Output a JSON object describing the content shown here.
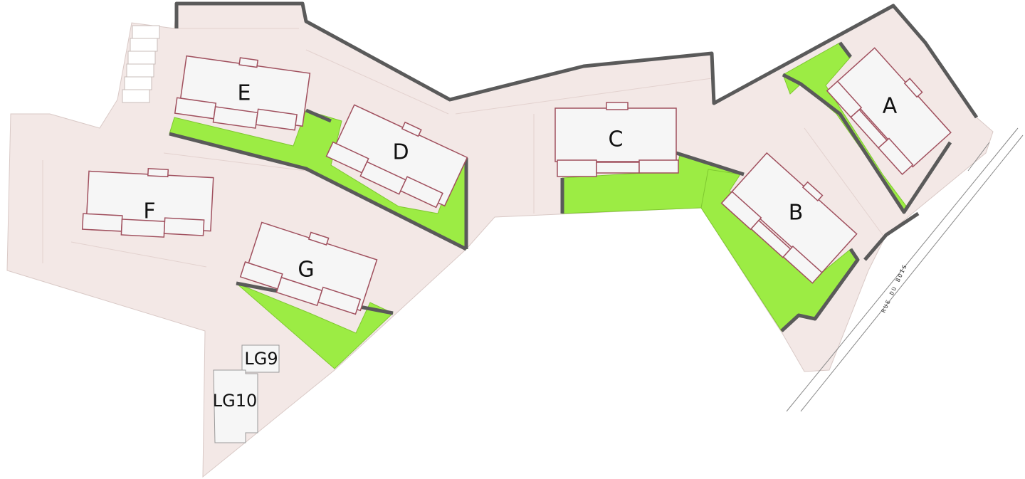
{
  "plan": {
    "buildings": [
      {
        "id": "A",
        "label": "A"
      },
      {
        "id": "B",
        "label": "B"
      },
      {
        "id": "C",
        "label": "C"
      },
      {
        "id": "D",
        "label": "D"
      },
      {
        "id": "E",
        "label": "E"
      },
      {
        "id": "F",
        "label": "F"
      },
      {
        "id": "G",
        "label": "G"
      }
    ],
    "garages": [
      {
        "id": "LG9",
        "label": "LG9"
      },
      {
        "id": "LG10",
        "label": "LG10"
      }
    ],
    "street_name": "RUE DU BOIS"
  },
  "colors": {
    "site_fill": "#f3e8e6",
    "garden_green": "#9cec44",
    "boundary_wall": "#5a5a5a",
    "building_outline": "#a0505e",
    "building_fill": "#f6f6f6"
  }
}
